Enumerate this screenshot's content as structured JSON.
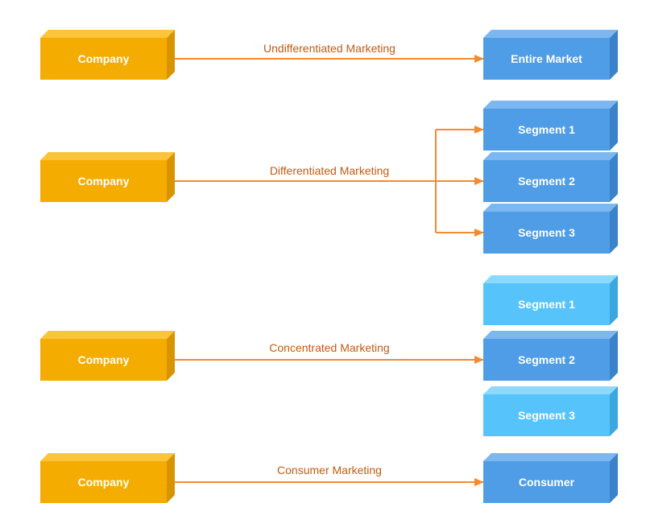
{
  "colors": {
    "company_front": "#f5ac00",
    "company_top": "#fbc43a",
    "company_side": "#d89400",
    "target_front": "#4f9de6",
    "target_top": "#7cb8ef",
    "target_side": "#3a82c9",
    "light_front": "#56c4fb",
    "light_top": "#8dd8fd",
    "light_side": "#3aa8df",
    "arrow": "#f58a2e",
    "edge_text": "#c55a11",
    "box_text": "#ffffff"
  },
  "rows": [
    {
      "company": {
        "label": "Company"
      },
      "strategy": {
        "label": "Undifferentiated Marketing"
      },
      "targets": [
        {
          "label": "Entire Market",
          "style": "dark",
          "connected": true
        }
      ]
    },
    {
      "company": {
        "label": "Company"
      },
      "strategy": {
        "label": "Differentiated Marketing"
      },
      "targets": [
        {
          "label": "Segment 1",
          "style": "dark",
          "connected": true
        },
        {
          "label": "Segment 2",
          "style": "dark",
          "connected": true
        },
        {
          "label": "Segment 3",
          "style": "dark",
          "connected": true
        }
      ]
    },
    {
      "company": {
        "label": "Company"
      },
      "strategy": {
        "label": "Concentrated Marketing"
      },
      "targets": [
        {
          "label": "Segment 1",
          "style": "light",
          "connected": false
        },
        {
          "label": "Segment 2",
          "style": "dark",
          "connected": true
        },
        {
          "label": "Segment 3",
          "style": "light",
          "connected": false
        }
      ]
    },
    {
      "company": {
        "label": "Company"
      },
      "strategy": {
        "label": "Consumer Marketing"
      },
      "targets": [
        {
          "label": "Consumer",
          "style": "dark",
          "connected": true
        }
      ]
    }
  ]
}
